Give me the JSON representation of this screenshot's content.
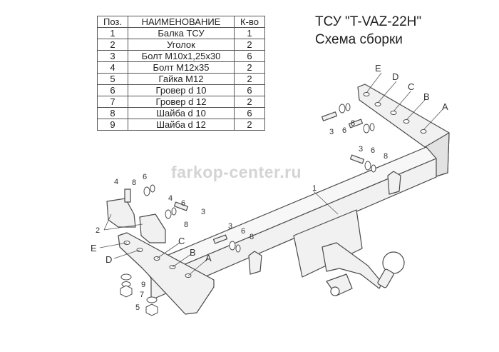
{
  "title": "ТСУ \"T-VAZ-22H\"",
  "subtitle": "Схема сборки",
  "watermark": "farkop-center.ru",
  "table": {
    "headers": [
      "Поз.",
      "НАИМЕНОВАНИЕ",
      "К-во"
    ],
    "rows": [
      [
        "1",
        "Балка ТСУ",
        "1"
      ],
      [
        "2",
        "Уголок",
        "2"
      ],
      [
        "3",
        "Болт М10х1,25х30",
        "6"
      ],
      [
        "4",
        "Болт М12х35",
        "2"
      ],
      [
        "5",
        "Гайка М12",
        "2"
      ],
      [
        "6",
        "Гровер d 10",
        "6"
      ],
      [
        "7",
        "Гровер d 12",
        "2"
      ],
      [
        "8",
        "Шайба d 10",
        "6"
      ],
      [
        "9",
        "Шайба d 12",
        "2"
      ]
    ]
  },
  "callouts": {
    "n1": "1",
    "n2": "2",
    "n3": "3",
    "n4": "4",
    "n5": "5",
    "n6": "6",
    "n7": "7",
    "n8": "8",
    "n9": "9",
    "A": "A",
    "B": "B",
    "C": "C",
    "D": "D",
    "E": "E"
  },
  "colors": {
    "part_fill": "#f1f1f1",
    "part_stroke": "#4a4a4a",
    "text": "#222222",
    "watermark": "#d4d4d4"
  }
}
